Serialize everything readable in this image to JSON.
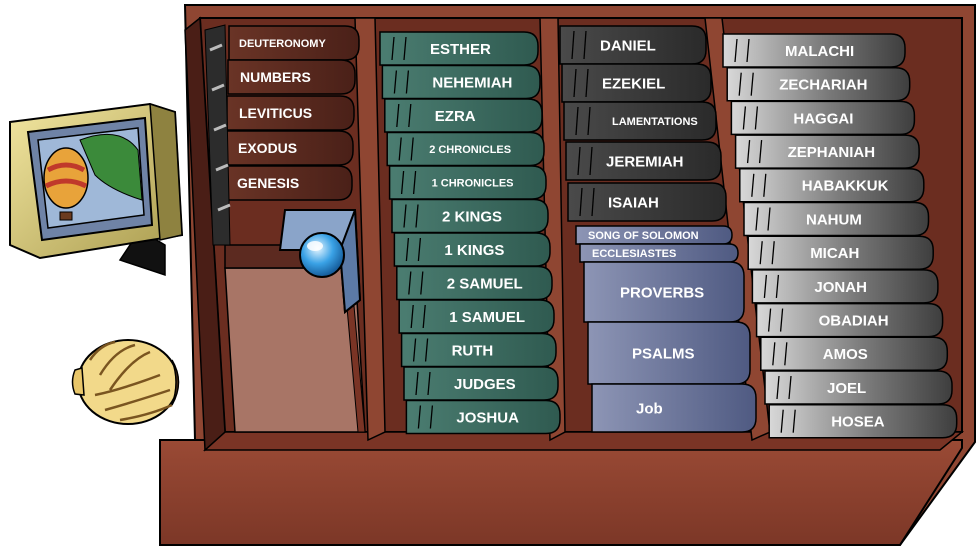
{
  "shelves": {
    "law": {
      "color": "#5c2a20",
      "books": [
        "DEUTERONOMY",
        "NUMBERS",
        "LEVITICUS",
        "EXODUS",
        "GENESIS"
      ]
    },
    "history": {
      "color": "#3d6b60",
      "books": [
        "ESTHER",
        "NEHEMIAH",
        "EZRA",
        "2 CHRONICLES",
        "1 CHRONICLES",
        "2 KINGS",
        "1 KINGS",
        "2 SAMUEL",
        "1 SAMUEL",
        "RUTH",
        "JUDGES",
        "JOSHUA"
      ]
    },
    "major_prophets": {
      "color": "#3a3a3a",
      "books": [
        "DANIEL",
        "EZEKIEL",
        "LAMENTATIONS",
        "JEREMIAH",
        "ISAIAH"
      ]
    },
    "poetry": {
      "color": "#6a7396",
      "books": [
        "SONG OF SOLOMON",
        "ECCLESIASTES",
        "PROVERBS",
        "PSALMS",
        "Job"
      ]
    },
    "minor_prophets": {
      "color": "#6d6d6d",
      "books": [
        "MALACHI",
        "ZECHARIAH",
        "HAGGAI",
        "ZEPHANIAH",
        "HABAKKUK",
        "NAHUM",
        "MICAH",
        "JONAH",
        "OBADIAH",
        "AMOS",
        "JOEL",
        "HOSEA"
      ]
    }
  },
  "icons": {
    "picture": "hot-air-balloon-picture",
    "vase": "vase-icon",
    "crystal_ball": "crystal-ball-icon"
  }
}
